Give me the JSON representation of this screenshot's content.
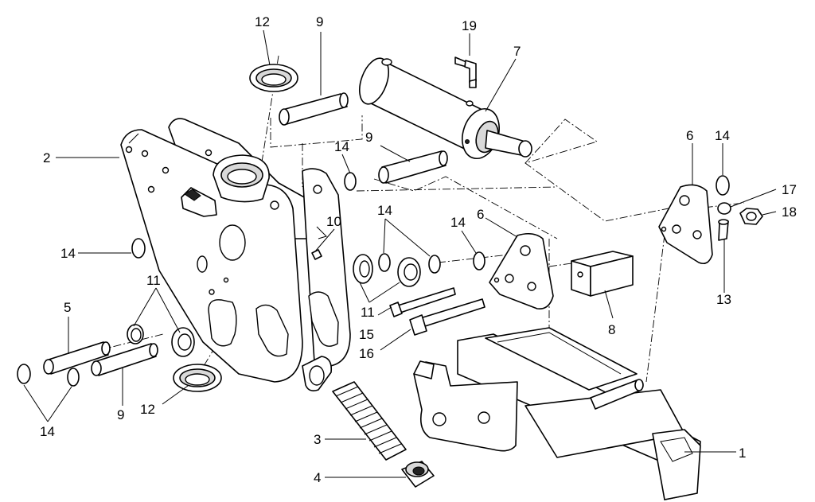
{
  "callouts": [
    {
      "id": "c1",
      "label": "1"
    },
    {
      "id": "c2",
      "label": "2"
    },
    {
      "id": "c3",
      "label": "3"
    },
    {
      "id": "c4",
      "label": "4"
    },
    {
      "id": "c5",
      "label": "5"
    },
    {
      "id": "c6a",
      "label": "6"
    },
    {
      "id": "c6b",
      "label": "6"
    },
    {
      "id": "c7",
      "label": "7"
    },
    {
      "id": "c8",
      "label": "8"
    },
    {
      "id": "c9a",
      "label": "9"
    },
    {
      "id": "c9b",
      "label": "9"
    },
    {
      "id": "c9c",
      "label": "9"
    },
    {
      "id": "c10",
      "label": "10"
    },
    {
      "id": "c11a",
      "label": "11"
    },
    {
      "id": "c11b",
      "label": "11"
    },
    {
      "id": "c12a",
      "label": "12"
    },
    {
      "id": "c12b",
      "label": "12"
    },
    {
      "id": "c13",
      "label": "13"
    },
    {
      "id": "c14a",
      "label": "14"
    },
    {
      "id": "c14b",
      "label": "14"
    },
    {
      "id": "c14c",
      "label": "14"
    },
    {
      "id": "c14d",
      "label": "14"
    },
    {
      "id": "c14e",
      "label": "14"
    },
    {
      "id": "c14f",
      "label": "14"
    },
    {
      "id": "c15",
      "label": "15"
    },
    {
      "id": "c16",
      "label": "16"
    },
    {
      "id": "c17",
      "label": "17"
    },
    {
      "id": "c18",
      "label": "18"
    },
    {
      "id": "c19",
      "label": "19"
    }
  ]
}
